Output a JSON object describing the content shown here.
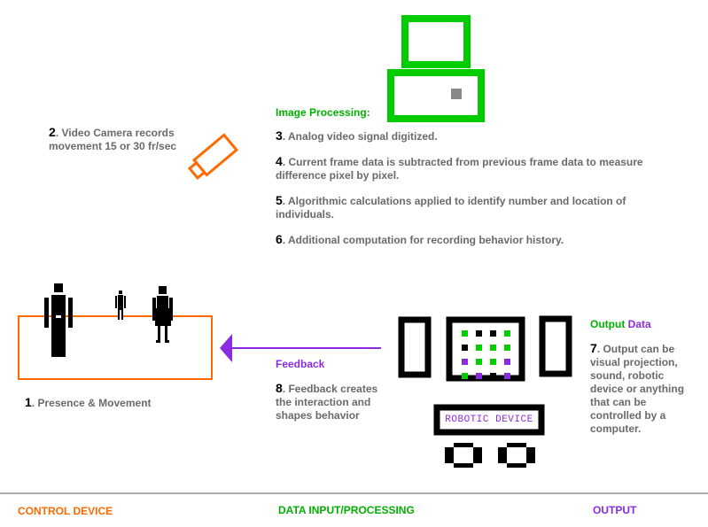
{
  "camera": {
    "step": "2",
    "text_line1": ". Video Camera records",
    "text_line2": "movement 15 or 30 fr/sec"
  },
  "image_processing": {
    "heading": "Image Processing:",
    "steps": [
      {
        "num": "3",
        "text": ". Analog video signal digitized."
      },
      {
        "num": "4",
        "text": ". Current frame data is subtracted from previous frame data to measure difference pixel by pixel."
      },
      {
        "num": "5",
        "text": ". Algorithmic calculations applied to identify number and location of individuals."
      },
      {
        "num": "6",
        "text": ". Additional computation for recording behavior history."
      }
    ]
  },
  "presence": {
    "num": "1",
    "text": ". Presence & Movement"
  },
  "feedback": {
    "heading": "Feedback",
    "num": "8",
    "text": ". Feedback creates the interaction and shapes behavior"
  },
  "output": {
    "heading_output": "Output",
    "heading_data": "Data",
    "num": "7",
    "text": ". Output can be visual projection, sound, robotic device or anything that can be controlled by a computer."
  },
  "robotic_device_label": "ROBOTIC DEVICE",
  "footer": {
    "control": "CONTROL DEVICE",
    "data": "DATA INPUT/PROCESSING",
    "output": "OUTPUT"
  },
  "colors": {
    "green": "#00cc00",
    "purple": "#8a2be2",
    "orange": "#ff6a00",
    "black": "#000000",
    "gray_text": "#6a6a6a"
  },
  "icons": [
    "computer-icon",
    "video-camera-icon",
    "person-icon",
    "robotic-device-icon",
    "feedback-arrow-icon"
  ]
}
